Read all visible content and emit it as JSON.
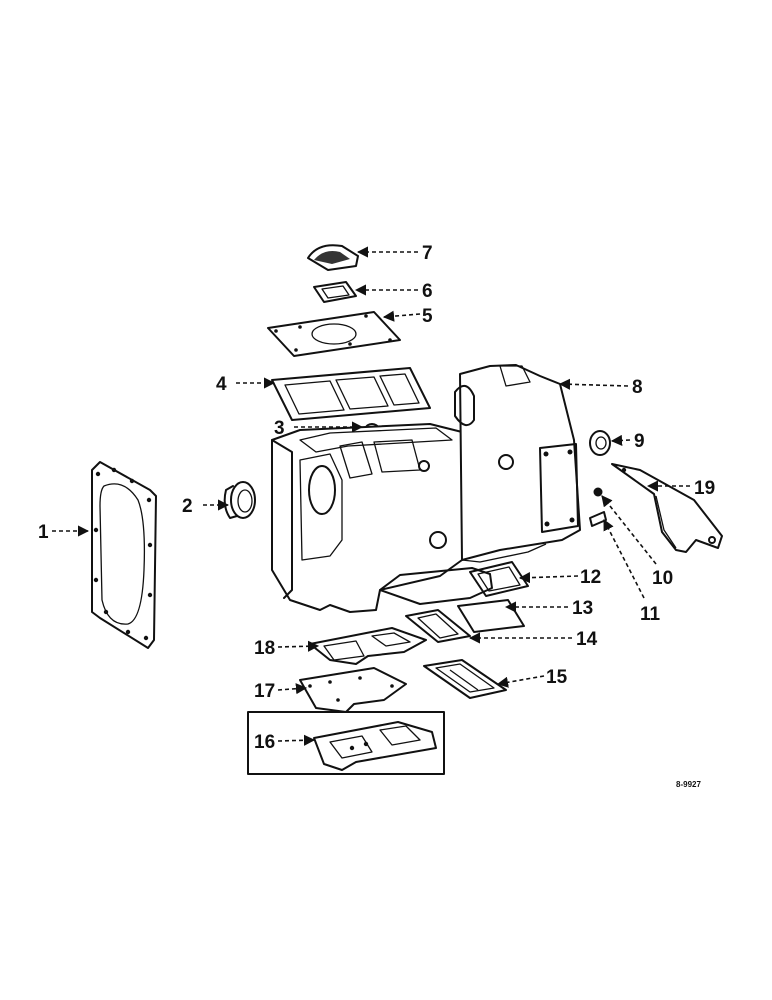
{
  "diagram": {
    "labels": [
      "1",
      "2",
      "3",
      "4",
      "5",
      "6",
      "7",
      "8",
      "9",
      "10",
      "11",
      "12",
      "13",
      "14",
      "15",
      "16",
      "17",
      "18",
      "19"
    ],
    "reference": "8-9927"
  }
}
